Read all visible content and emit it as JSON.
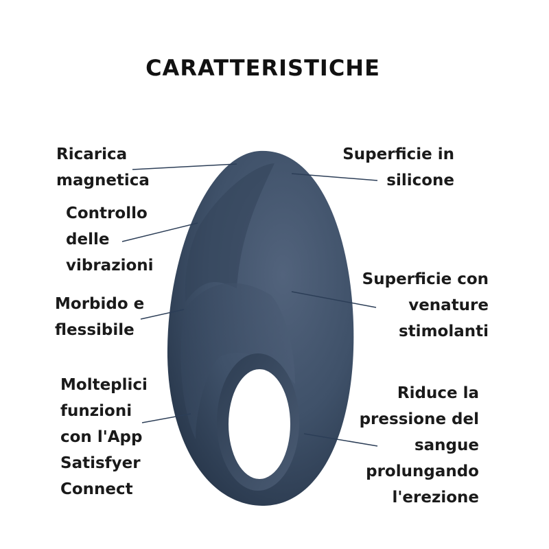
{
  "title": "CARATTERISTICHE",
  "colors": {
    "product": "#3f5169",
    "product_dark": "#2a3a4f",
    "leader": "#2c3e57"
  },
  "features": [
    {
      "lines": [
        "Ricarica",
        "magnetica"
      ]
    },
    {
      "lines": [
        "Controllo",
        "delle",
        "vibrazioni"
      ]
    },
    {
      "lines": [
        "Morbido e",
        "flessibile"
      ]
    },
    {
      "lines": [
        "Molteplici",
        "funzioni",
        "con l'App",
        "Satisfyer",
        "Connect"
      ]
    },
    {
      "lines": [
        "Superficie in",
        "silicone"
      ]
    },
    {
      "lines": [
        "Superficie con",
        "venature",
        "stimolanti"
      ]
    },
    {
      "lines": [
        "Riduce la",
        "pressione del",
        "sangue",
        "prolungando",
        "l'erezione"
      ]
    }
  ]
}
